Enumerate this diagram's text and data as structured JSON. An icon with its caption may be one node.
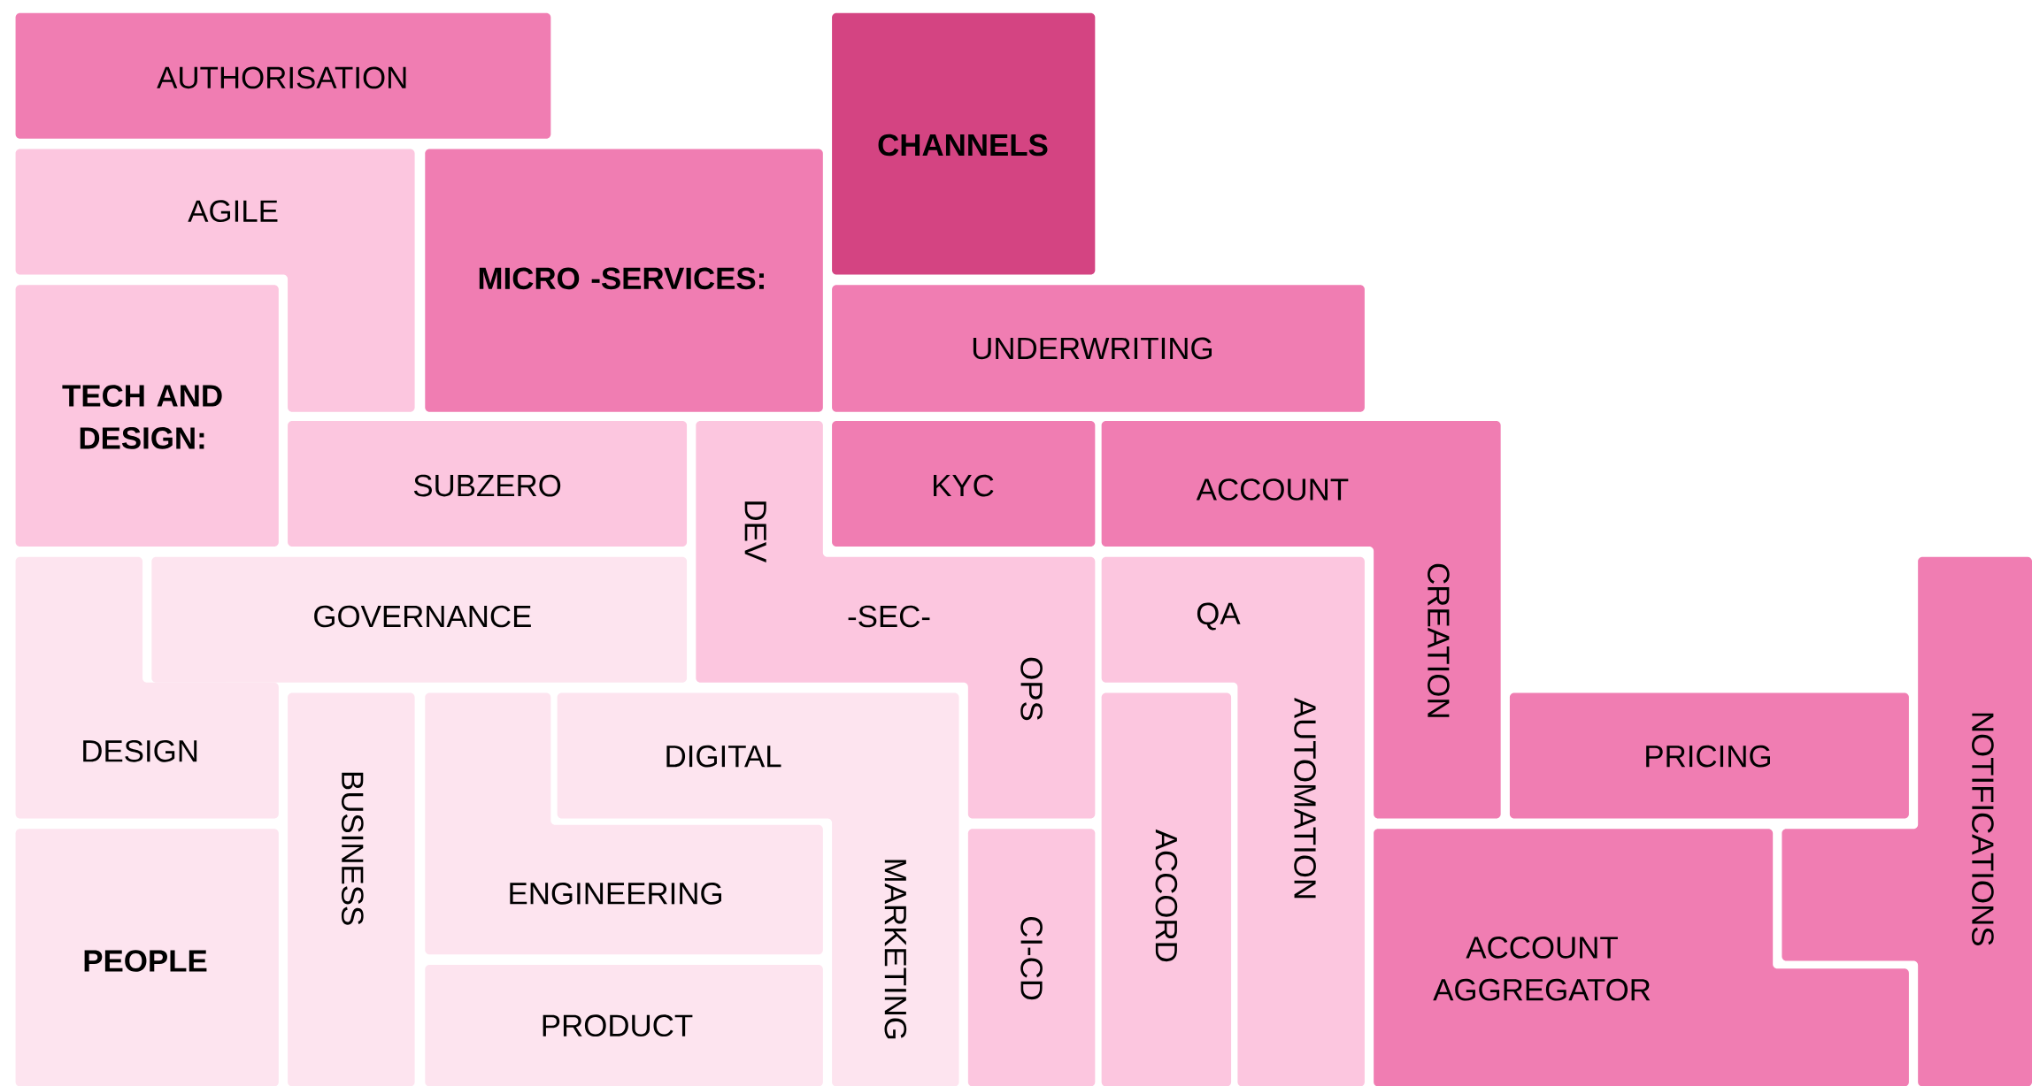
{
  "diagram": {
    "nodes": [
      {
        "text": [
          "AUTHORISATION"
        ]
      },
      {
        "text": [
          "CHANNELS"
        ]
      },
      {
        "text": [
          "AGILE"
        ]
      },
      {
        "text": [
          "MICRO -SERVICES:"
        ]
      },
      {
        "text": [
          "TECH AND DESIGN:"
        ]
      },
      {
        "text": [
          "UNDERWRITING"
        ]
      },
      {
        "text": [
          "SUBZERO"
        ]
      },
      {
        "text": [
          "DEV",
          "-SEC-",
          "OPS"
        ]
      },
      {
        "text": [
          "KYC"
        ]
      },
      {
        "text": [
          "ACCOUNT",
          "CREATION"
        ]
      },
      {
        "text": [
          "GOVERNANCE"
        ]
      },
      {
        "text": [
          "QA",
          "AUTOMATION"
        ]
      },
      {
        "text": [
          "NOTIFICATIONS"
        ]
      },
      {
        "text": [
          "DESIGN"
        ]
      },
      {
        "text": [
          "BUSINESS"
        ]
      },
      {
        "text": [
          "DIGITAL",
          "MARKETING"
        ]
      },
      {
        "text": [
          "ENGINEERING"
        ]
      },
      {
        "text": [
          "ACCORD"
        ]
      },
      {
        "text": [
          "PRICING"
        ]
      },
      {
        "text": [
          "PEOPLE"
        ]
      },
      {
        "text": [
          "CI-CD"
        ]
      },
      {
        "text": [
          "ACCOUNT AGGREGATOR"
        ]
      },
      {
        "text": [
          "PRODUCT"
        ]
      }
    ]
  }
}
